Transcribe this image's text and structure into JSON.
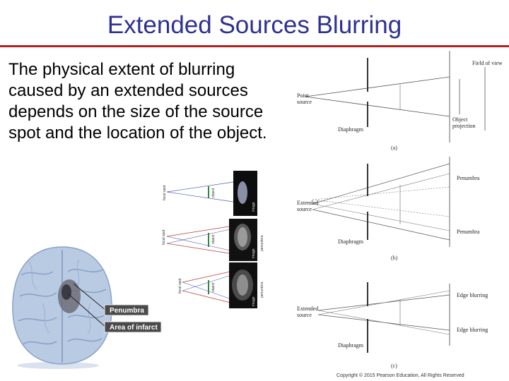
{
  "slide": {
    "title": "Extended Sources Blurring",
    "body": "The physical extent of blurring caused by an extended sources depends on the size of the source spot and the location of the object."
  },
  "figure": {
    "field_of_view": "Field of view",
    "a": {
      "source": "Point source",
      "diaphragm": "Diaphragm",
      "projection": "Object projection",
      "caption": "(a)"
    },
    "b": {
      "source": "Extended source",
      "diaphragm": "Diaphragm",
      "penumbra_top": "Penumbra",
      "penumbra_bottom": "Penumbra",
      "caption": "(b)"
    },
    "c": {
      "source": "Extended source",
      "diaphragm": "Diaphragm",
      "edge_top": "Edge blurring",
      "edge_bottom": "Edge blurring",
      "caption": "(c)"
    },
    "copyright": "Copyright © 2015 Pearson Education, All Rights Reserved"
  },
  "brain": {
    "penumbra": "Penumbra",
    "infarct": "Area of infarct"
  },
  "mini": {
    "row1": {
      "left": "focal spot",
      "mid": "object",
      "right": "image"
    },
    "row2": {
      "left": "focal spot",
      "mid": "object",
      "right": "image",
      "side": "penumbra"
    },
    "row3": {
      "left": "focal spot",
      "mid": "object",
      "right": "image",
      "side": "penumbra"
    }
  },
  "colors": {
    "title": "#2e3192",
    "rule": "#b22222",
    "legend_box": "#4a4a4a"
  }
}
